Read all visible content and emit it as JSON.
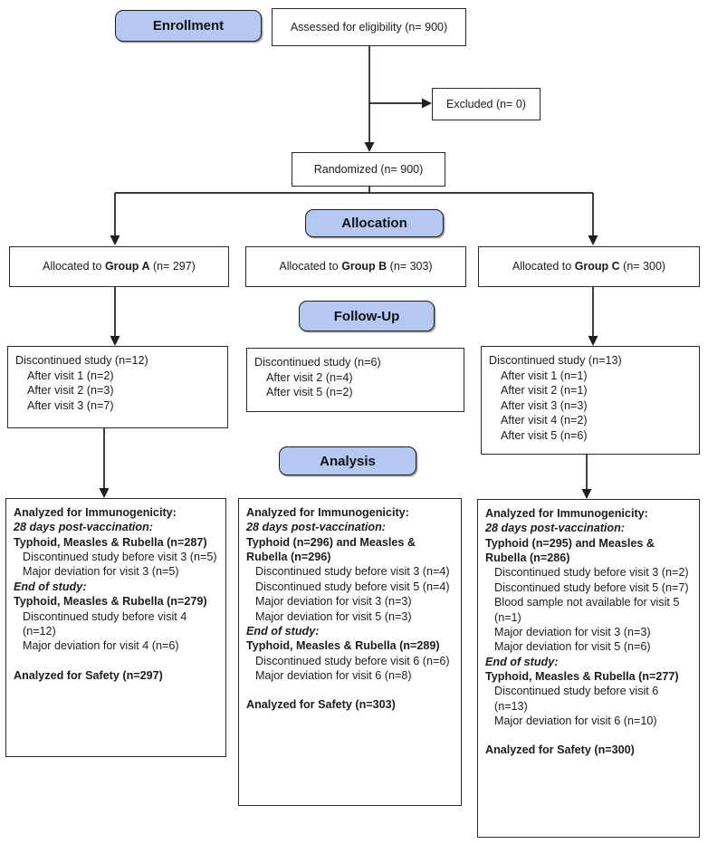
{
  "colors": {
    "stage_label_fill": "#b5c8f1",
    "stage_label_border": "#1b1b1b",
    "box_border": "#2a2a2a",
    "connector_line": "#1f1f1f"
  },
  "stage_labels": {
    "enrollment": "Enrollment",
    "allocation": "Allocation",
    "followup": "Follow-Up",
    "analysis": "Analysis"
  },
  "enrollment": {
    "assessed": "Assessed for eligibility (n= 900)",
    "excluded": "Excluded (n= 0)",
    "randomized": "Randomized (n= 900)"
  },
  "allocation": {
    "a": {
      "prefix": "Allocated to ",
      "group": "Group A",
      "suffix": " (n= 297)"
    },
    "b": {
      "prefix": "Allocated to ",
      "group": "Group B",
      "suffix": " (n= 303)"
    },
    "c": {
      "prefix": "Allocated to ",
      "group": "Group C",
      "suffix": " (n= 300)"
    }
  },
  "followup": {
    "a": {
      "title": "Discontinued study (n=12)",
      "items": [
        "After visit 1 (n=2)",
        "After visit 2 (n=3)",
        "After visit 3 (n=7)"
      ]
    },
    "b": {
      "title": "Discontinued study (n=6)",
      "items": [
        "After visit 2 (n=4)",
        "After visit 5 (n=2)"
      ]
    },
    "c": {
      "title": "Discontinued study (n=13)",
      "items": [
        "After visit 1 (n=1)",
        "After visit 2 (n=1)",
        "After visit 3 (n=3)",
        "After visit 4 (n=2)",
        "After visit 5 (n=6)"
      ]
    }
  },
  "analysis": {
    "a": {
      "lines": [
        "Analyzed for Immunogenicity:",
        "28 days post-vaccination:",
        "Typhoid, Measles & Rubella (n=287)",
        "Discontinued study before visit 3 (n=5)",
        "Major deviation for visit 3 (n=5)",
        "End of study:",
        "Typhoid, Measles & Rubella (n=279)",
        "Discontinued study before visit 4 (n=12)",
        "Major deviation for visit 4 (n=6)",
        "Analyzed for Safety (n=297)"
      ]
    },
    "b": {
      "lines": [
        "Analyzed for Immunogenicity:",
        "28 days post-vaccination:",
        "Typhoid (n=296) and Measles & Rubella (n=296)",
        "Discontinued study before visit 3 (n=4)",
        "Discontinued study before visit 5 (n=4)",
        "Major deviation for visit 3 (n=3)",
        "Major deviation for visit 5 (n=3)",
        "End of study:",
        "Typhoid, Measles & Rubella (n=289)",
        "Discontinued study before visit 6 (n=6)",
        "Major deviation for visit 6 (n=8)",
        "Analyzed for Safety (n=303)"
      ]
    },
    "c": {
      "lines": [
        "Analyzed for Immunogenicity:",
        "28 days post-vaccination:",
        "Typhoid (n=295) and Measles & Rubella (n=286)",
        "Discontinued study before visit 3 (n=2)",
        "Discontinued study before visit 5 (n=7)",
        "Blood sample not available for visit 5 (n=1)",
        "Major deviation for visit 3 (n=3)",
        "Major deviation for visit 5 (n=6)",
        "End of study:",
        "Typhoid, Measles & Rubella (n=277)",
        "Discontinued study before visit 6 (n=13)",
        "Major deviation for visit 6 (n=10)",
        "Analyzed for Safety (n=300)"
      ]
    }
  }
}
